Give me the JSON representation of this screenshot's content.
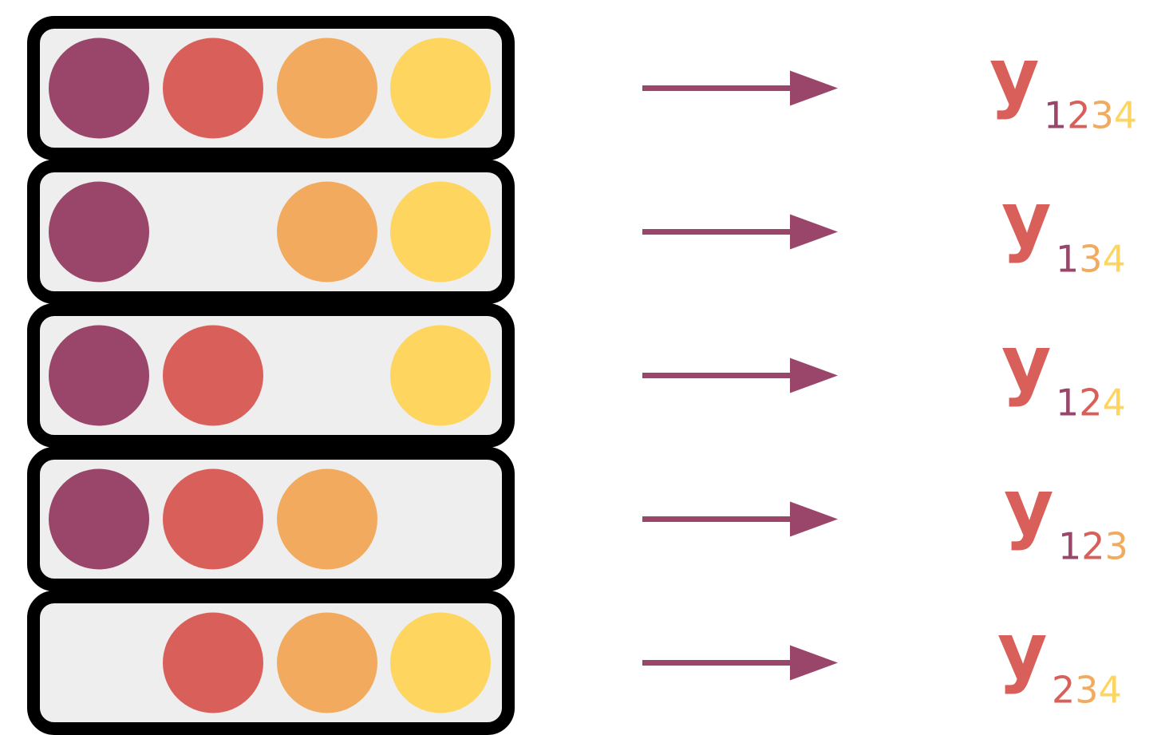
{
  "colors": {
    "item1": "#99466a",
    "item2": "#d9605a",
    "item3": "#f2ab5e",
    "item4": "#fdd55f",
    "arrow": "#99466a",
    "label_y": "#d9605a",
    "box_fill": "#eeeeee",
    "box_border": "#000000"
  },
  "rows": [
    {
      "present": [
        1,
        2,
        3,
        4
      ],
      "label": "y",
      "subscript": [
        "1",
        "2",
        "3",
        "4"
      ]
    },
    {
      "present": [
        1,
        3,
        4
      ],
      "label": "y",
      "subscript": [
        "1",
        "3",
        "4"
      ]
    },
    {
      "present": [
        1,
        2,
        4
      ],
      "label": "y",
      "subscript": [
        "1",
        "2",
        "4"
      ]
    },
    {
      "present": [
        1,
        2,
        3
      ],
      "label": "y",
      "subscript": [
        "1",
        "2",
        "3"
      ]
    },
    {
      "present": [
        2,
        3,
        4
      ],
      "label": "y",
      "subscript": [
        "2",
        "3",
        "4"
      ]
    }
  ]
}
